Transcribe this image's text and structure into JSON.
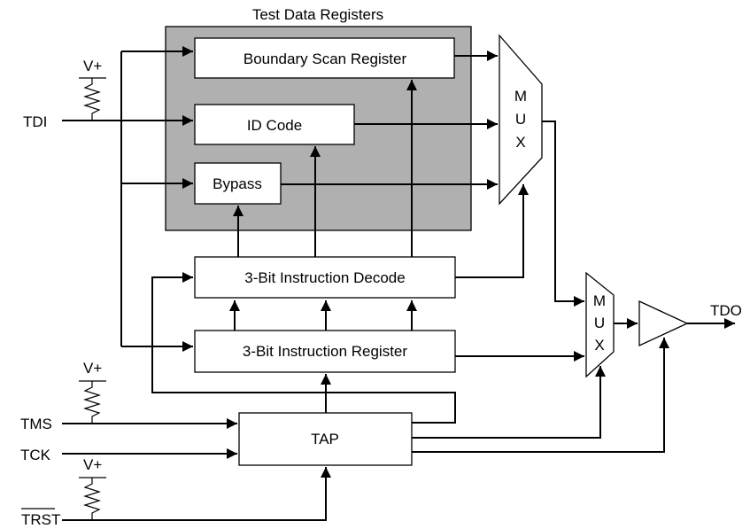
{
  "group": {
    "title": "Test Data Registers",
    "fill": "#b0b0b0"
  },
  "blocks": {
    "boundary_scan": "Boundary Scan Register",
    "id_code": "ID Code",
    "bypass": "Bypass",
    "decode": "3-Bit Instruction Decode",
    "instr_reg": "3-Bit Instruction Register",
    "tap": "TAP"
  },
  "mux1": {
    "l1": "M",
    "l2": "U",
    "l3": "X"
  },
  "mux2": {
    "l1": "M",
    "l2": "U",
    "l3": "X"
  },
  "pins": {
    "tdi": "TDI",
    "tms": "TMS",
    "tck": "TCK",
    "trst": "TRST",
    "tdo": "TDO"
  },
  "pullups": {
    "label": "V+"
  },
  "icons": [
    "resistor-icon",
    "buffer-triangle-icon",
    "arrowhead-icon"
  ]
}
